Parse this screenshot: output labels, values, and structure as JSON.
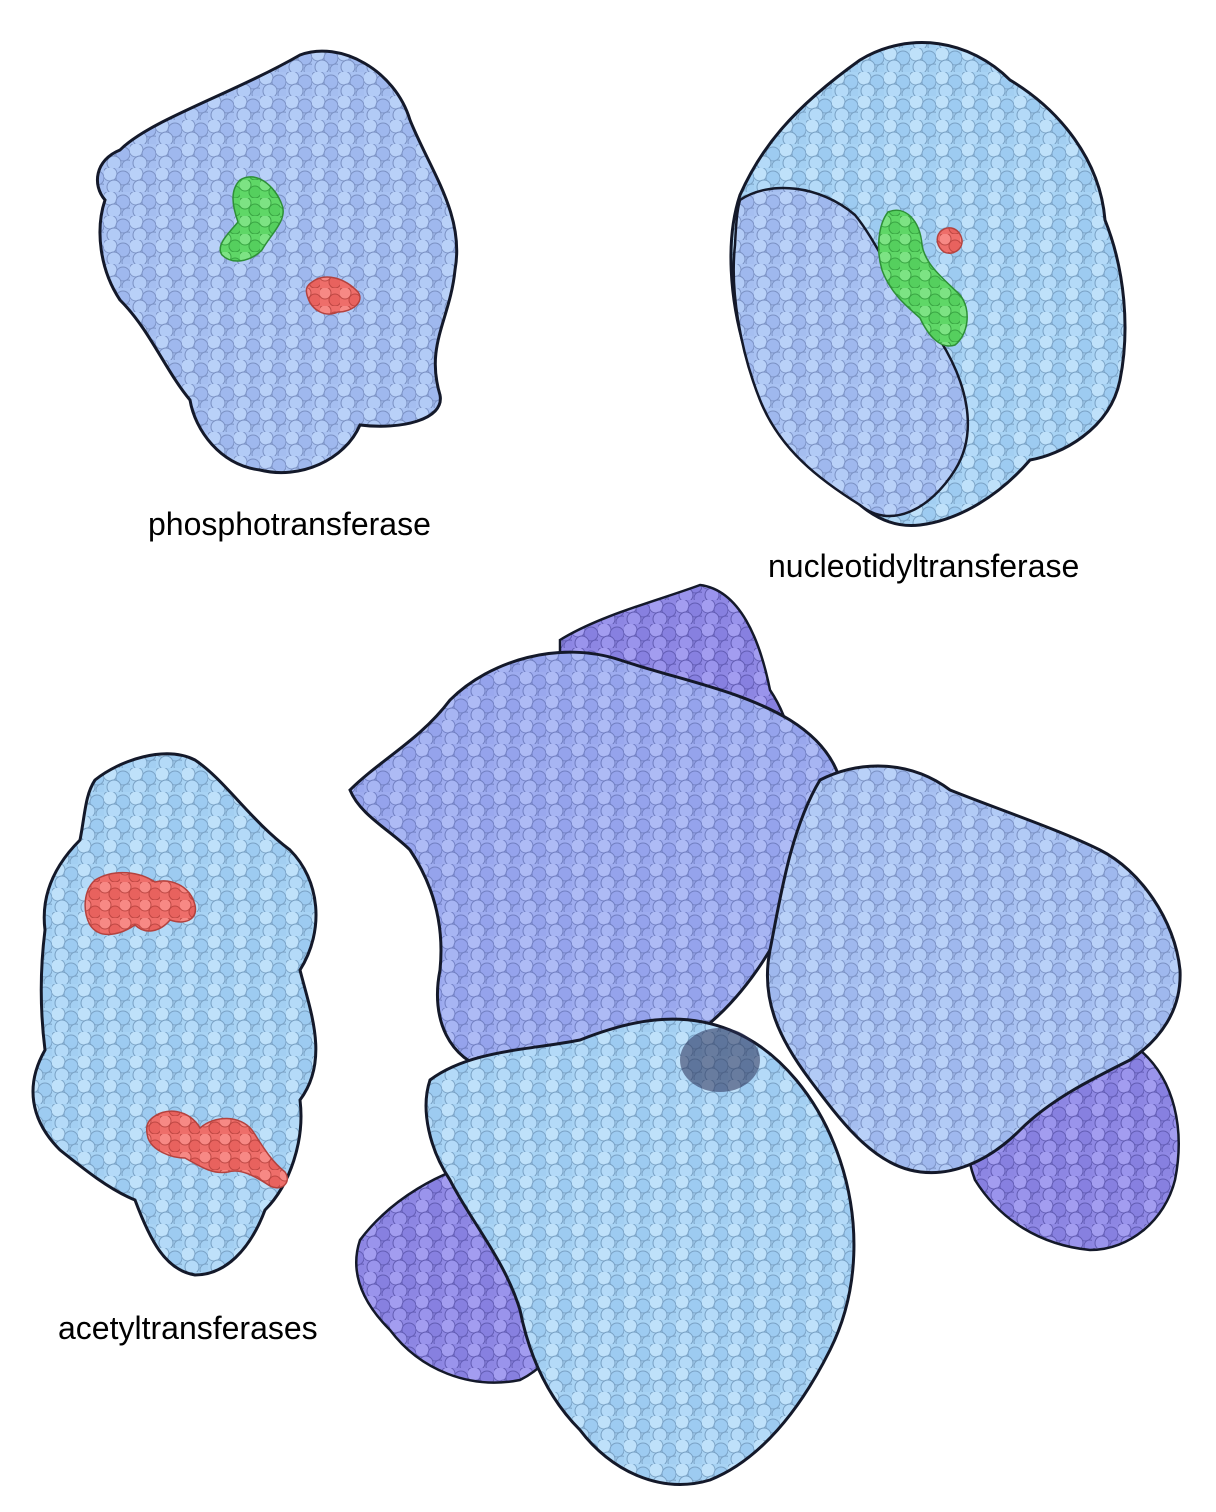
{
  "molecules": {
    "phosphotransferase": {
      "label": "phosphotransferase"
    },
    "nucleotidyltransferase": {
      "label": "nucleotidyltransferase"
    },
    "acetyltransferases": {
      "label": "acetyltransferases"
    }
  },
  "colors": {
    "protein_light_blue": "#a9c9f5",
    "protein_cyan_blue": "#a8d5f5",
    "protein_periwinkle": "#9ea8ee",
    "protein_violet": "#8f88e6",
    "ligand_green": "#62d96a",
    "ligand_red": "#ee6f6a",
    "outline": "#14192a"
  }
}
